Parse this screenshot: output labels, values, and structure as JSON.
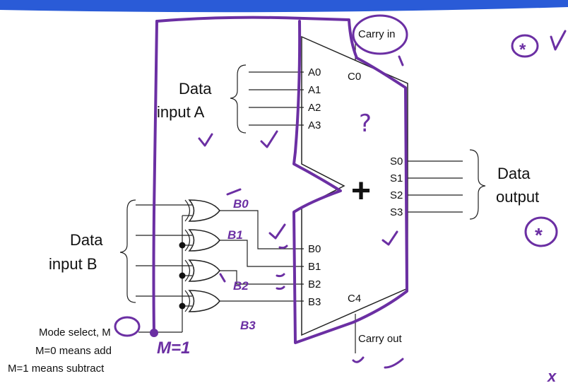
{
  "diagram": {
    "labels": {
      "data_input_a_line1": "Data",
      "data_input_a_line2": "input A",
      "data_input_b_line1": "Data",
      "data_input_b_line2": "input B",
      "data_output_line1": "Data",
      "data_output_line2": "output",
      "carry_in": "Carry in",
      "carry_out": "Carry out",
      "plus_symbol": "+",
      "mode_select": "Mode select, M",
      "mode_add": "M=0 means add",
      "mode_subtract": "M=1 means subtract"
    },
    "adder_pins": {
      "a_inputs": [
        "A0",
        "A1",
        "A2",
        "A3"
      ],
      "b_inputs": [
        "B0",
        "B1",
        "B2",
        "B3"
      ],
      "sum_outputs": [
        "S0",
        "S1",
        "S2",
        "S3"
      ],
      "carry_in_pin": "C0",
      "carry_out_pin": "C4"
    },
    "annotations": {
      "question_mark": "?",
      "m_equals_1": "M=1",
      "b0": "B0",
      "b1": "B1",
      "b2": "B2",
      "b3": "B3",
      "star": "*",
      "corner_mark": "x"
    },
    "colors": {
      "ink": "#6b2fa3",
      "wire": "#222222",
      "banner": "#2a5bd7"
    }
  }
}
